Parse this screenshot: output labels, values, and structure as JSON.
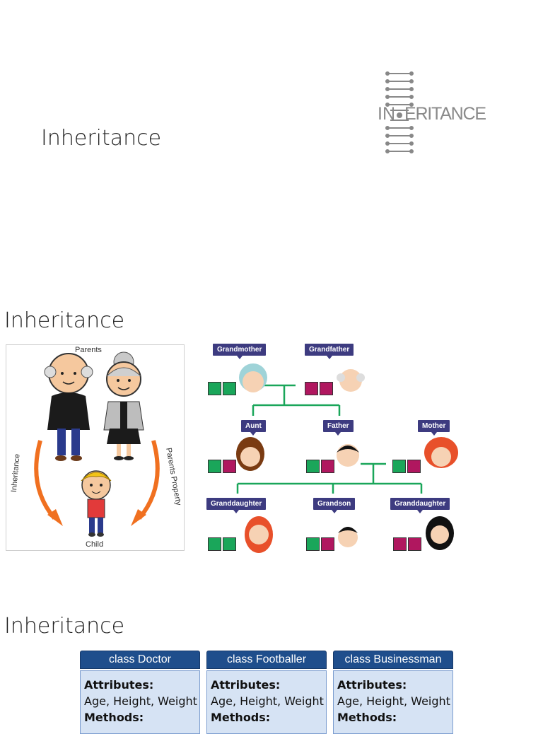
{
  "slides": [
    {
      "title": "Inheritance"
    },
    {
      "title": "Inheritance"
    },
    {
      "title": "Inheritance"
    }
  ],
  "logo": {
    "text_left": "IN",
    "text_right": "ERITANCE"
  },
  "parents_panel": {
    "parents_label": "Parents",
    "child_label": "Child",
    "left_arrow_label": "Inheritance",
    "right_arrow_label": "Parents Property"
  },
  "family_tree": {
    "grandmother": "Grandmother",
    "grandfather": "Grandfather",
    "aunt": "Aunt",
    "father": "Father",
    "mother": "Mother",
    "granddaughter_1": "Granddaughter",
    "grandson": "Grandson",
    "granddaughter_2": "Granddaughter",
    "colors": {
      "green": "#1aa65a",
      "magenta": "#b0175f",
      "line": "#1aa65a",
      "tag": "#3d3b80"
    }
  },
  "classes": [
    {
      "name": "class Doctor",
      "attributes_label": "Attributes:",
      "attributes": "Age, Height, Weight",
      "methods_label": "Methods:"
    },
    {
      "name": "class Footballer",
      "attributes_label": "Attributes:",
      "attributes": "Age, Height, Weight",
      "methods_label": "Methods:"
    },
    {
      "name": "class Businessman",
      "attributes_label": "Attributes:",
      "attributes": "Age, Height, Weight",
      "methods_label": "Methods:"
    }
  ]
}
